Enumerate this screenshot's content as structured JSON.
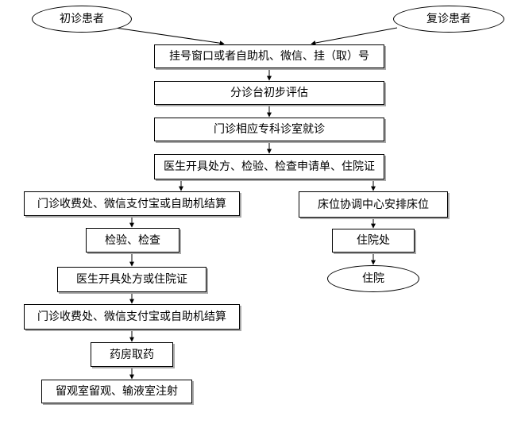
{
  "nodes": {
    "first_visit": "初诊患者",
    "return_visit": "复诊患者",
    "registration": "挂号窗口或者自助机、微信、挂（取）号",
    "triage": "分诊台初步评估",
    "clinic_visit": "门诊相应专科诊室就诊",
    "doctor_orders": "医生开具处方、检验、检查申请单、住院证",
    "payment_1": "门诊收费处、微信支付宝或自助机结算",
    "lab_exam": "检验、检查",
    "doctor_prescription": "医生开具处方或住院证",
    "payment_2": "门诊收费处、微信支付宝或自助机结算",
    "pharmacy": "药房取药",
    "observation": "留观室留观、输液室注射",
    "bed_coordination": "床位协调中心安排床位",
    "admission_office": "住院处",
    "hospitalization": "住院"
  },
  "colors": {
    "line": "#000000",
    "box_border": "#000000",
    "box_shadow": "#a9a9a9",
    "background": "#ffffff"
  }
}
